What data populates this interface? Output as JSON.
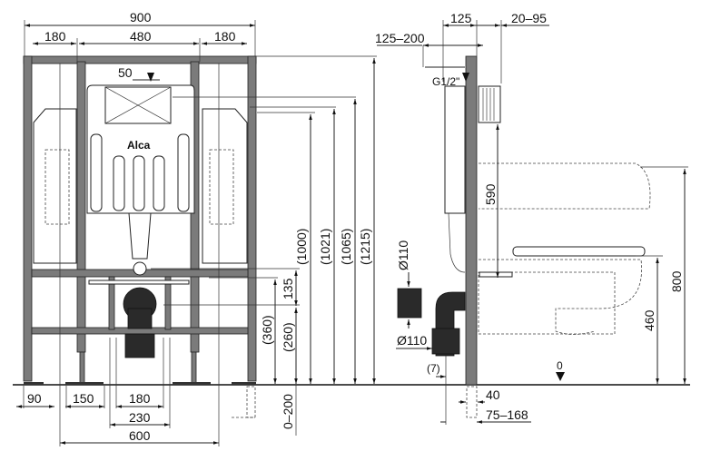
{
  "front_view": {
    "brand_logo": "Alca",
    "dimensions": {
      "total_width": "900",
      "left_side": "180",
      "center": "480",
      "right_side": "180",
      "flush_offset": "50",
      "height_1000": "(1000)",
      "height_1021": "(1021)",
      "height_1065": "(1065)",
      "height_1215": "(1215)",
      "drain_offset": "135",
      "drain_height_360": "(360)",
      "drain_height_260": "(260)",
      "leg_adjust": "0–200",
      "foot_width": "90",
      "foot_inner": "150",
      "bolt_spacing_180": "180",
      "bolt_spacing_230": "230",
      "leg_spacing": "600"
    }
  },
  "side_view": {
    "dimensions": {
      "depth": "125",
      "wall_thickness": "20–95",
      "inlet_offset": "125–200",
      "inlet_thread": "G1/2\"",
      "button_height": "590",
      "pipe_diameter_top": "Ø110",
      "pipe_diameter_bottom": "Ø110",
      "pipe_offset": "(7)",
      "floor_level": "0",
      "leg_width": "40",
      "drain_distance": "75–168",
      "bowl_height": "460",
      "seat_height": "800"
    }
  }
}
